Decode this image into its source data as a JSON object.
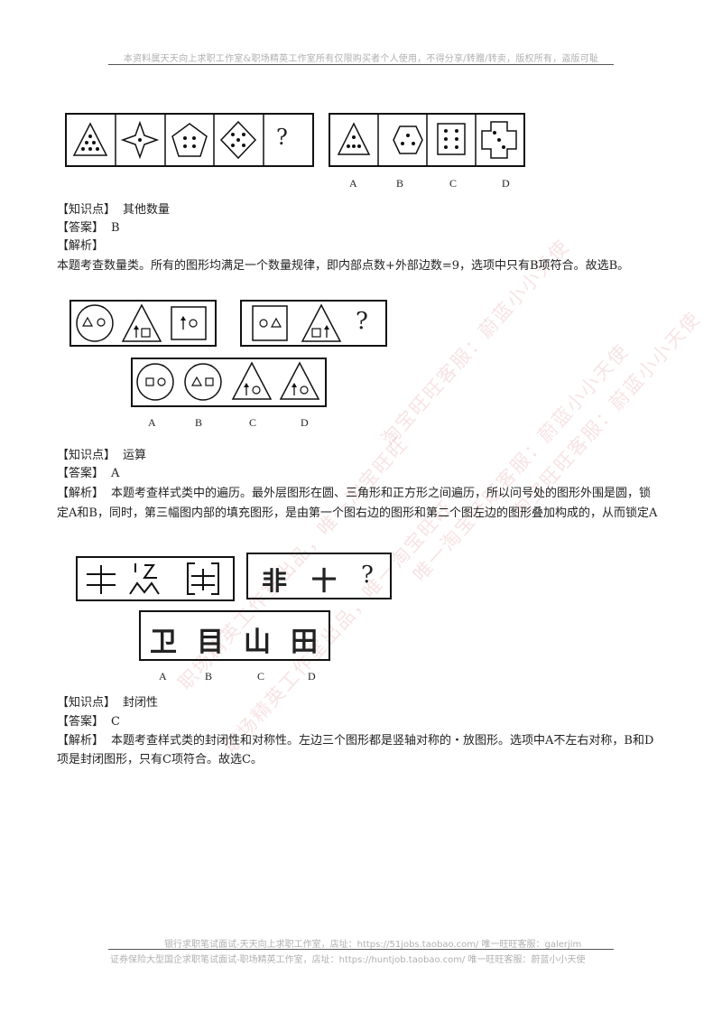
{
  "header": {
    "notice": "本资料属天天向上求职工作室&职场精英工作室所有仅限购买者个人使用，不得分享/转赠/转卖，版权所有，盗版可耻"
  },
  "q1": {
    "question_symbol": "?",
    "option_labels": [
      "A",
      "B",
      "C",
      "D"
    ],
    "knowledge_label": "【知识点】",
    "knowledge_value": "其他数量",
    "answer_label": "【答案】",
    "answer_value": "B",
    "analysis_label": "【解析】",
    "analysis_text": "本题考查数量类。所有的图形均满足一个数量规律，即内部点数+外部边数=9，选项中只有B项符合。故选B。"
  },
  "q2": {
    "question_symbol": "?",
    "option_labels": [
      "A",
      "B",
      "C",
      "D"
    ],
    "knowledge_label": "【知识点】",
    "knowledge_value": "运算",
    "answer_label": "【答案】",
    "answer_value": "A",
    "analysis_label": "【解析】",
    "analysis_line1": "本题考查样式类中的遍历。最外层图形在圆、三角形和正方形之间遍历，所以问号处的图形外围是圆，锁",
    "analysis_line2": "定A和B，同时，第三幅图内部的填充图形，是由第一个图右边的图形和第二个图左边的图形叠加构成的，从而锁定A"
  },
  "q3": {
    "question_chars": [
      "非",
      "十",
      "?"
    ],
    "option_chars": [
      "卫",
      "目",
      "山",
      "田"
    ],
    "option_labels": [
      "A",
      "B",
      "C",
      "D"
    ],
    "knowledge_label": "【知识点】",
    "knowledge_value": "封闭性",
    "answer_label": "【答案】",
    "answer_value": "C",
    "analysis_label": "【解析】",
    "analysis_line1": "本题考查样式类的封闭性和对称性。左边三个图形都是竖轴对称的・放图形。选项中A不左右对称，B和D",
    "analysis_line2": "项是封闭图形，只有C项符合。故选C。"
  },
  "footer": {
    "line1": "银行求职笔试面试-天天向上求职工作室，店址：https://51jobs.taobao.com/ 唯一旺旺客服：galerjim",
    "line2": "证券保险大型国企求职笔试面试-职场精英工作室，店址：https://huntjob.taobao.com/ 唯一旺旺客服：蔚蓝小小天使"
  },
  "watermark": {
    "text1": "淘宝旺旺客服：蔚蓝小小天使",
    "text2": "唯一淘宝旺旺客服：蔚蓝小小天使",
    "text3": "职场精英工作室出品，唯一淘宝旺旺"
  }
}
